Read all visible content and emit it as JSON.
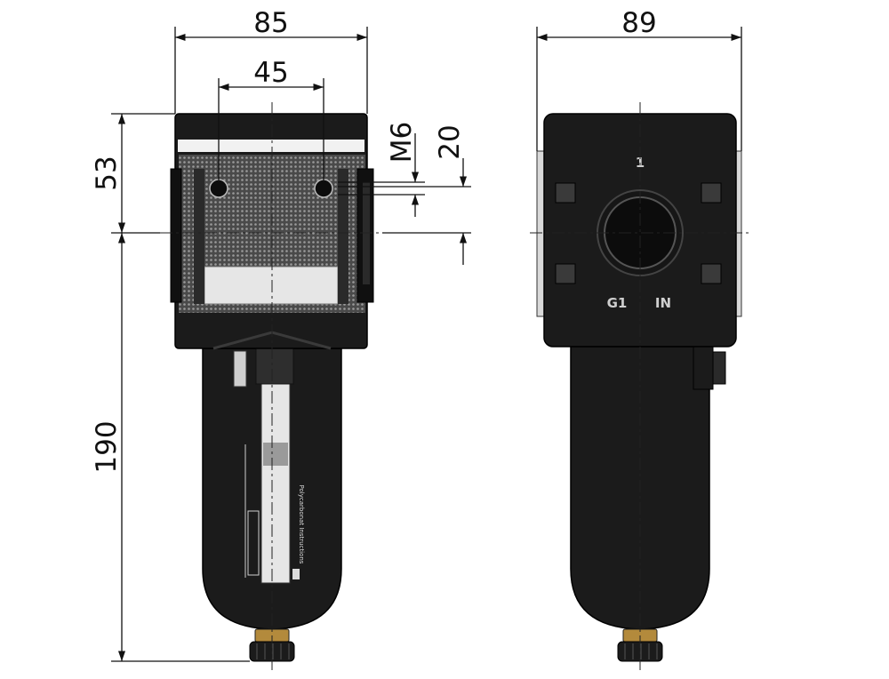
{
  "dimensions": {
    "front_width": "85",
    "port_spacing": "45",
    "thread": "M6",
    "thread_depth": "20",
    "upper_height": "53",
    "lower_height": "190",
    "side_width": "89"
  },
  "side_view_labels": {
    "port_number": "1",
    "port_size": "G1",
    "port_direction": "IN"
  },
  "bowl_label": "Polycarbonat Instructions",
  "colors": {
    "body": "#1b1b1b",
    "window": "#e6e6e6",
    "mesh": "#5a5a5a",
    "fitting": "#b38a3c"
  }
}
